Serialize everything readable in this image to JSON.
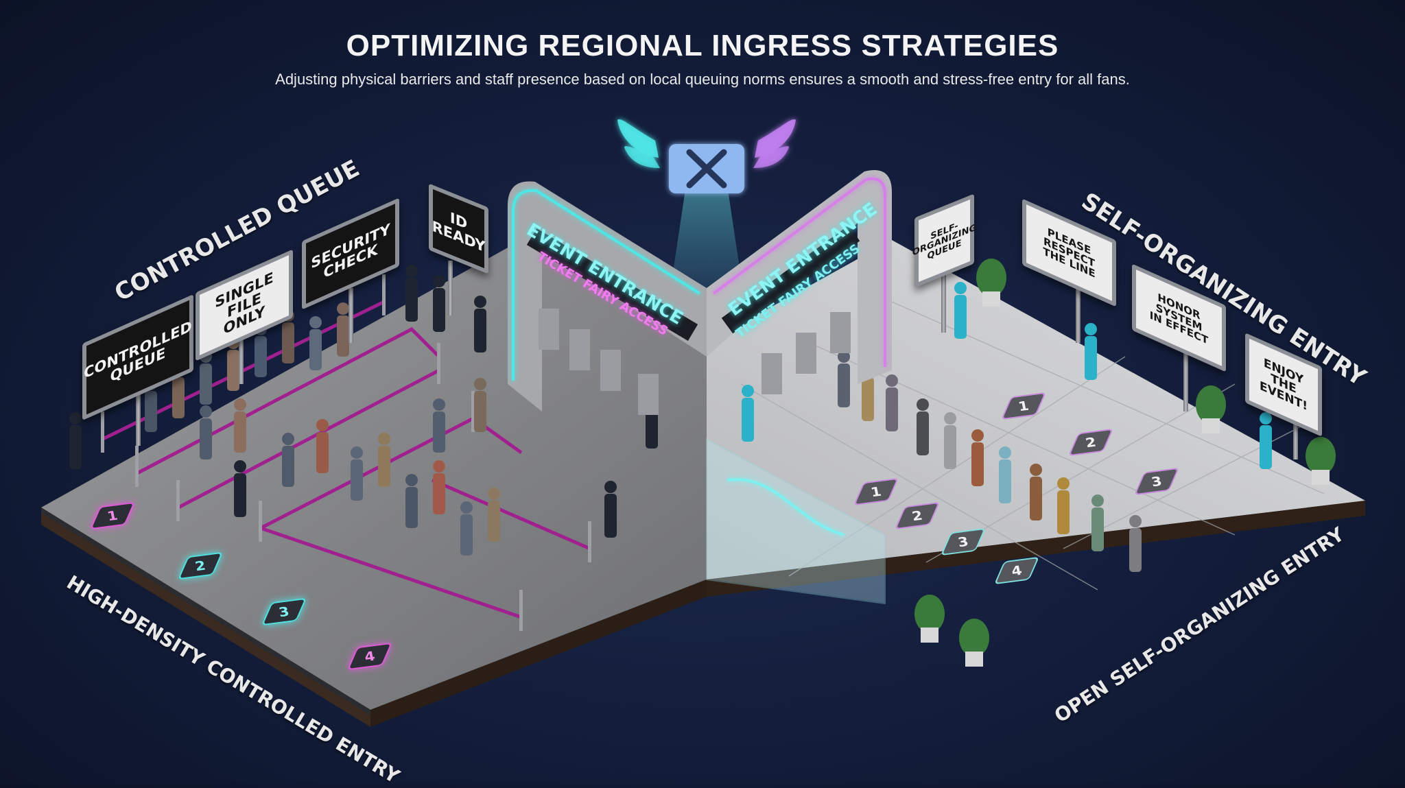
{
  "header": {
    "title": "OPTIMIZING REGIONAL INGRESS STRATEGIES",
    "subtitle": "Adjusting physical barriers and staff presence based on local queuing norms ensures a smooth and stress-free entry for all fans."
  },
  "left_zone": {
    "heading": "CONTROLLED QUEUE",
    "floor_label": "HIGH-DENSITY CONTROLLED ENTRY",
    "signs": [
      {
        "text": "CONTROLLED\nQUEUE",
        "style": "dark"
      },
      {
        "text": "SINGLE FILE\nONLY",
        "style": "light"
      },
      {
        "text": "SECURITY\nCHECK",
        "style": "dark"
      },
      {
        "text": "ID\nREADY",
        "style": "dark"
      }
    ],
    "arch": {
      "top_text": "EVENT ENTRANCE",
      "banner_text": "TICKET FAIRY ACCESS",
      "glow_color": "#4fe6e6",
      "banner_color": "#e25ce0"
    },
    "floor_markers": [
      {
        "number": "1",
        "color": "#e05ad8"
      },
      {
        "number": "2",
        "color": "#4fe0e0"
      },
      {
        "number": "3",
        "color": "#4fe0e0"
      },
      {
        "number": "4",
        "color": "#e05ad8"
      }
    ],
    "rope_color": "#a0208f"
  },
  "right_zone": {
    "heading": "SELF-ORGANIZING ENTRY",
    "floor_label": "OPEN SELF-ORGANIZING ENTRY",
    "signs": [
      {
        "text": "SELF-\nORGANIZING\nQUEUE",
        "style": "light"
      },
      {
        "text": "PLEASE RESPECT\nTHE LINE",
        "style": "light"
      },
      {
        "text": "HONOR SYSTEM\nIN EFFECT",
        "style": "light"
      },
      {
        "text": "ENJOY\nTHE EVENT!",
        "style": "light"
      }
    ],
    "arch": {
      "top_text": "EVENT ENTRANCE",
      "banner_text": "TICKET FAIRY ACCESS",
      "glow_color": "#d77fe8",
      "banner_color": "#4fe6e6"
    },
    "floor_markers_row1": [
      {
        "number": "1",
        "color": "#c98ae0"
      },
      {
        "number": "2",
        "color": "#c98ae0"
      },
      {
        "number": "3",
        "color": "#7fe0e0"
      },
      {
        "number": "4",
        "color": "#7fe0e0"
      }
    ],
    "floor_markers_row2": [
      {
        "number": "1",
        "color": "#c98ae0"
      },
      {
        "number": "2",
        "color": "#c98ae0"
      },
      {
        "number": "3",
        "color": "#c98ae0"
      }
    ]
  },
  "logo": {
    "icon": "winged-ticket-icon",
    "colors": {
      "left": "#4fe6e6",
      "right": "#c07ff0"
    }
  },
  "colors": {
    "background": "#0d1428",
    "floor_left": "#8e8f91",
    "floor_right": "#cfd0d2",
    "cyan": "#4fe6e6",
    "magenta": "#e05ad8"
  }
}
